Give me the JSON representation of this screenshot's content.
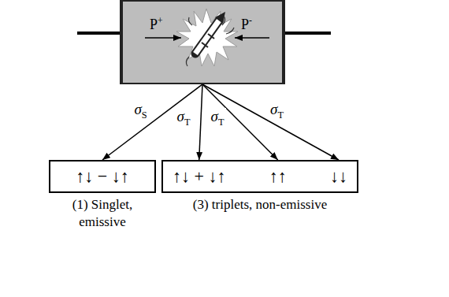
{
  "diagram": {
    "nodes": [
      {
        "text": [
          "P+",
          "P-"
        ]
      },
      {
        "text": [
          "↑↓ − ↓↑",
          "(1) Singlet, emissive"
        ]
      },
      {
        "text": [
          "↑↓ + ↓↑",
          "↑↑",
          "↓↓",
          "(3) triplets, non-emissive"
        ]
      }
    ],
    "edges": [
      {
        "from": 0,
        "to": 1,
        "arrow": "to",
        "label": "σS"
      },
      {
        "from": 0,
        "to": 2,
        "arrow": "to",
        "label": "σT"
      },
      {
        "from": 0,
        "to": 2,
        "arrow": "to",
        "label": "σT"
      },
      {
        "from": 0,
        "to": 2,
        "arrow": "to",
        "label": "σT"
      }
    ]
  }
}
